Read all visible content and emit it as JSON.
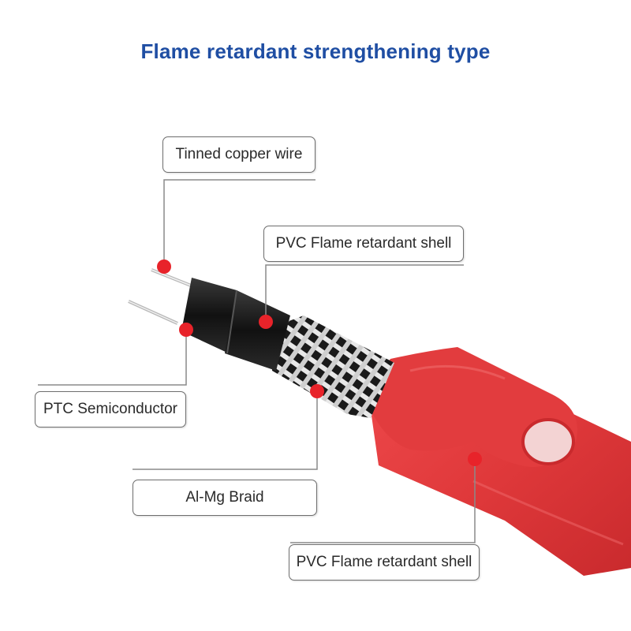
{
  "title": "Flame retardant strengthening type",
  "labels": {
    "tinned_copper_wire": "Tinned copper wire",
    "pvc_inner_shell": "PVC Flame retardant shell",
    "ptc_semiconductor": "PTC Semiconductor",
    "al_mg_braid": "Al-Mg Braid",
    "pvc_outer_shell": "PVC Flame retardant shell"
  },
  "colors": {
    "title": "#1f4ea3",
    "marker": "#e8232a",
    "outer_jacket": "#e0393b",
    "inner_jacket": "#1a1a1a",
    "braid": "#d9d9d9",
    "leader": "#8a8a8a"
  }
}
